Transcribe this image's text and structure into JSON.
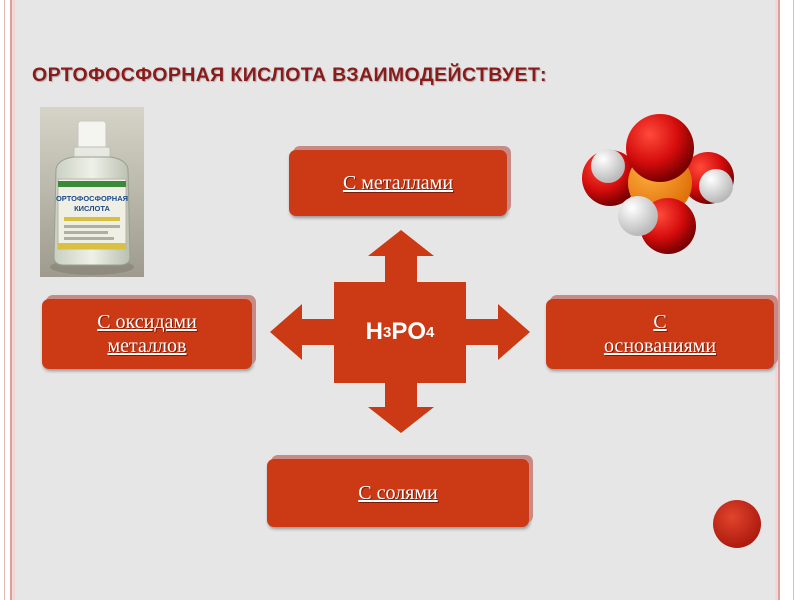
{
  "title": "ОРТОФОСФОРНАЯ КИСЛОТА ВЗАИМОДЕЙСТВУЕТ:",
  "center": {
    "main": "H",
    "sub1": "3",
    "mid": "PO",
    "sub2": "4"
  },
  "boxes": {
    "top": "С металлами",
    "left_line1": "С оксидами",
    "left_line2": "металлов",
    "right_line1": "С",
    "right_line2": "основаниями",
    "bottom": "С солями"
  },
  "bottle_label": {
    "line1": "ОРТОФОСФОРНАЯ",
    "line2": "КИСЛОТА"
  },
  "colors": {
    "accent": "#cc3a15",
    "title": "#8b1a1a",
    "background": "#e6e6e6",
    "dot": "#c42a18"
  }
}
